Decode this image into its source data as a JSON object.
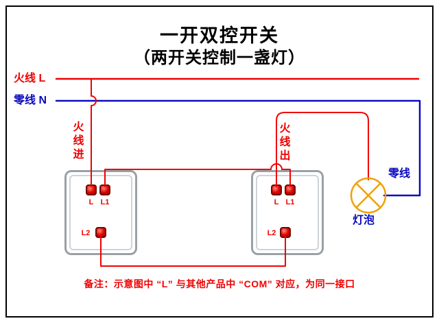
{
  "title": {
    "line1": "一开双控开关",
    "line2": "（两开关控制一盏灯）"
  },
  "labels": {
    "live_line": "火线 L",
    "neutral_line": "零线 N",
    "live_in": "火线进",
    "live_out": "火线出",
    "neutral_tag": "零线",
    "bulb": "灯泡"
  },
  "switches": {
    "left": {
      "com": "L",
      "t1": "L1",
      "t2": "L2"
    },
    "right": {
      "com": "L",
      "t1": "L1",
      "t2": "L2"
    }
  },
  "note": "备注：示意图中 “L” 与其他产品中 “COM” 对应，为同一接口",
  "colors": {
    "red": "#f00000",
    "blue": "#0a0ac0",
    "lamp": "#f0a000",
    "switch_border": "#9aa0a4",
    "switch_inner": "#ced3d7",
    "terminal": "#e00000"
  }
}
